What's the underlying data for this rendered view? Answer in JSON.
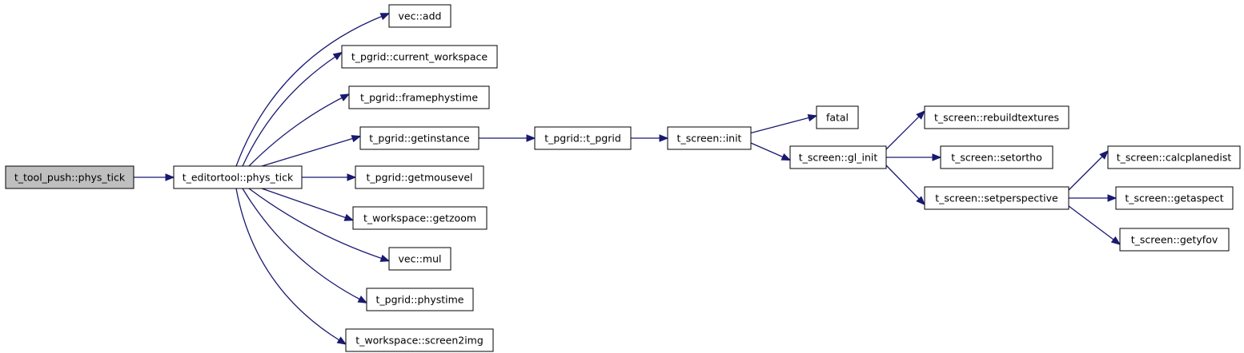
{
  "colors": {
    "edge": "#191970",
    "root_fill": "#bfbfbf",
    "node_fill": "#ffffff",
    "border": "#000000"
  },
  "nodes": [
    {
      "id": "n0",
      "label": "t_tool_push::phys_tick",
      "root": true
    },
    {
      "id": "n1",
      "label": "t_editortool::phys_tick"
    },
    {
      "id": "n2",
      "label": "vec::add"
    },
    {
      "id": "n3",
      "label": "t_pgrid::current_workspace"
    },
    {
      "id": "n4",
      "label": "t_pgrid::framephystime"
    },
    {
      "id": "n5",
      "label": "t_pgrid::getinstance"
    },
    {
      "id": "n6",
      "label": "t_pgrid::getmousevel"
    },
    {
      "id": "n7",
      "label": "t_workspace::getzoom"
    },
    {
      "id": "n8",
      "label": "vec::mul"
    },
    {
      "id": "n9",
      "label": "t_pgrid::phystime"
    },
    {
      "id": "n10",
      "label": "t_workspace::screen2img"
    },
    {
      "id": "n11",
      "label": "t_pgrid::t_pgrid"
    },
    {
      "id": "n12",
      "label": "t_screen::init"
    },
    {
      "id": "n13",
      "label": "fatal"
    },
    {
      "id": "n14",
      "label": "t_screen::gl_init"
    },
    {
      "id": "n15",
      "label": "t_screen::rebuildtextures"
    },
    {
      "id": "n16",
      "label": "t_screen::setortho"
    },
    {
      "id": "n17",
      "label": "t_screen::setperspective"
    },
    {
      "id": "n18",
      "label": "t_screen::calcplanedist"
    },
    {
      "id": "n19",
      "label": "t_screen::getaspect"
    },
    {
      "id": "n20",
      "label": "t_screen::getyfov"
    }
  ],
  "edges": [
    {
      "from": "n0",
      "to": "n1"
    },
    {
      "from": "n1",
      "to": "n2"
    },
    {
      "from": "n1",
      "to": "n3"
    },
    {
      "from": "n1",
      "to": "n4"
    },
    {
      "from": "n1",
      "to": "n5"
    },
    {
      "from": "n1",
      "to": "n6"
    },
    {
      "from": "n1",
      "to": "n7"
    },
    {
      "from": "n1",
      "to": "n8"
    },
    {
      "from": "n1",
      "to": "n9"
    },
    {
      "from": "n1",
      "to": "n10"
    },
    {
      "from": "n5",
      "to": "n11"
    },
    {
      "from": "n11",
      "to": "n12"
    },
    {
      "from": "n12",
      "to": "n13"
    },
    {
      "from": "n12",
      "to": "n14"
    },
    {
      "from": "n14",
      "to": "n15"
    },
    {
      "from": "n14",
      "to": "n16"
    },
    {
      "from": "n14",
      "to": "n17"
    },
    {
      "from": "n17",
      "to": "n18"
    },
    {
      "from": "n17",
      "to": "n19"
    },
    {
      "from": "n17",
      "to": "n20"
    }
  ]
}
